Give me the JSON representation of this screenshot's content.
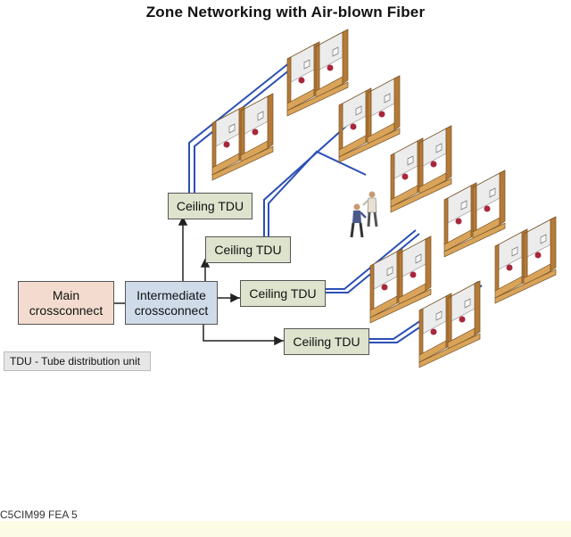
{
  "title": "Zone Networking with Air-blown Fiber",
  "nodes": {
    "main_crossconnect": "Main\ncrossconnect",
    "intermediate_crossconnect": "Intermediate\ncrossconnect",
    "tdu_1": "Ceiling TDU",
    "tdu_2": "Ceiling TDU",
    "tdu_3": "Ceiling TDU",
    "tdu_4": "Ceiling TDU"
  },
  "legend": "TDU - Tube distribution unit",
  "credit": "C5CIM99 FEA 5",
  "colors": {
    "fiber_line": "#2b4fb5",
    "connector_line": "#222222",
    "cubicle_wood": "#d9a45a",
    "cubicle_wood_dark": "#b57a36",
    "cubicle_panel": "#ececec",
    "main_box": "#f3dccf",
    "intermediate_box": "#cfdbe9",
    "tdu_box": "#dde3cd",
    "legend_box": "#e6e6e6"
  }
}
